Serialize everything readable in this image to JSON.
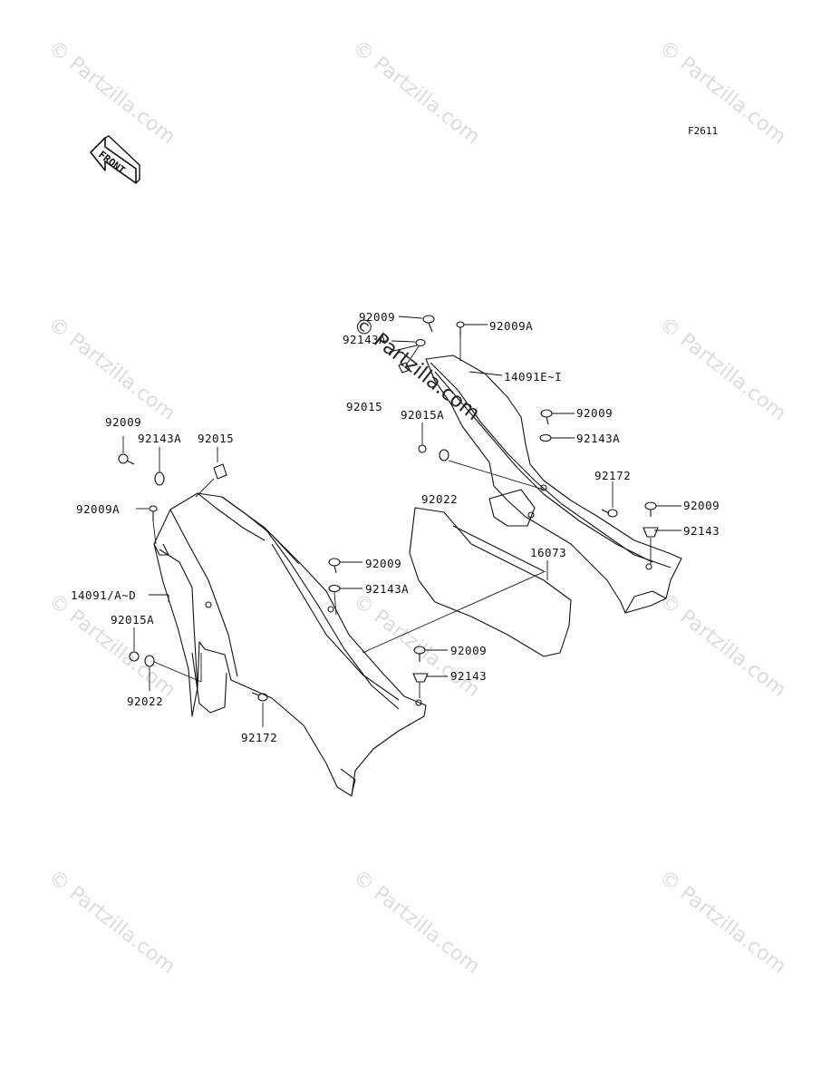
{
  "diagram_id": "F2611",
  "front_arrow_text": "FRONT",
  "watermark": "© Partzilla.com",
  "labels": {
    "l_92009_top": "92009",
    "l_92009a_top": "92009A",
    "l_92143a_top": "92143A",
    "l_14091ei": "14091E~I",
    "l_92015_top": "92015",
    "l_92015a_right": "92015A",
    "l_92009_r1": "92009",
    "l_92143a_r1": "92143A",
    "l_92022_right": "92022",
    "l_92172_right": "92172",
    "l_92009_r2": "92009",
    "l_92143_r2": "92143",
    "l_16073": "16073",
    "l_92009_left": "92009",
    "l_92143a_left": "92143A",
    "l_92015_left": "92015",
    "l_92009a_left": "92009A",
    "l_14091ad": "14091/A~D",
    "l_92015a_left": "92015A",
    "l_92022_left": "92022",
    "l_92172_left": "92172",
    "l_92009_mid": "92009",
    "l_92143a_mid": "92143A",
    "l_92009_low": "92009",
    "l_92143_low": "92143"
  }
}
